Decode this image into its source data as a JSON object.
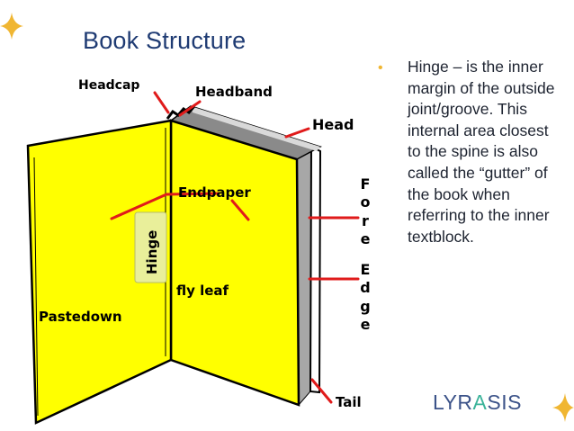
{
  "slide": {
    "title": "Book Structure",
    "bullet": "Hinge – is the inner margin of the outside joint/groove. This internal area closest to the spine is also called the “gutter” of the book when referring to the inner textblock."
  },
  "diagram": {
    "labels": {
      "headcap": "Headcap",
      "headband": "Headband",
      "head": "Head",
      "endpaper": "Endpaper",
      "hinge": "Hinge",
      "fly_leaf": "fly leaf",
      "pastedown": "Pastedown",
      "fore_edge_letters": [
        "F",
        "o",
        "r",
        "e",
        "E",
        "d",
        "g",
        "e"
      ],
      "tail": "Tail"
    }
  },
  "logo": {
    "text_before": "LYR",
    "text_accent": "A",
    "text_after": "SIS"
  },
  "colors": {
    "title": "#1f3b73",
    "bullet_text": "#1d2330",
    "bullet_dot": "#f0b632",
    "star": "#f0b632",
    "page": "#ffff00",
    "arrow": "#e01b1b",
    "label": "#000000",
    "logo_blue": "#3c5389",
    "logo_green": "#3bb39a"
  }
}
